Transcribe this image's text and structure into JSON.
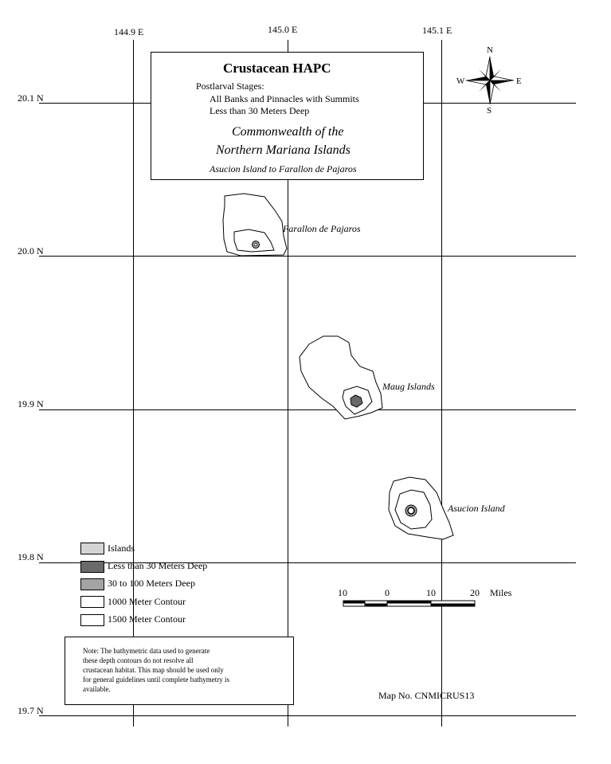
{
  "map": {
    "title": "Crustacean HAPC",
    "subtitle_lines": [
      "Postlarval Stages:",
      "All Banks and Pinnacles with Summits",
      "Less than 30 Meters Deep"
    ],
    "region_lines": [
      "Commonwealth of the",
      "Northern Mariana Islands"
    ],
    "region_sub": "Asucion Island to Farallon de Pajaros",
    "longitude_labels": [
      "144.9 E",
      "145.0 E",
      "145.1 E"
    ],
    "latitude_labels": [
      "20.1 N",
      "20.0 N",
      "19.9 N",
      "19.8 N",
      "19.7 N"
    ],
    "place_labels": {
      "farallon": "Farallon de Pajaros",
      "maug": "Maug Islands",
      "asucion": "Asucion Island"
    },
    "compass": {
      "n": "N",
      "s": "S",
      "e": "E",
      "w": "W"
    },
    "legend": [
      {
        "label": "Islands",
        "color": "#d4d4d4"
      },
      {
        "label": "Less than 30 Meters Deep",
        "color": "#6a6a6a"
      },
      {
        "label": "30 to 100 Meters Deep",
        "color": "#a4a4a4"
      },
      {
        "label": "1000 Meter Contour",
        "color": "#ffffff"
      },
      {
        "label": "1500 Meter Contour",
        "color": "#ffffff"
      }
    ],
    "scale": {
      "labels": [
        "10",
        "0",
        "10",
        "20"
      ],
      "unit": "Miles"
    },
    "note_lines": [
      "Note:  The bathymetric data used to generate",
      " these depth contours do not resolve all",
      "crustacean habitat.  This map should be used only",
      "for general guidelines until complete bathymetry is",
      "available."
    ],
    "map_number": "Map No. CNMICRUS13"
  }
}
